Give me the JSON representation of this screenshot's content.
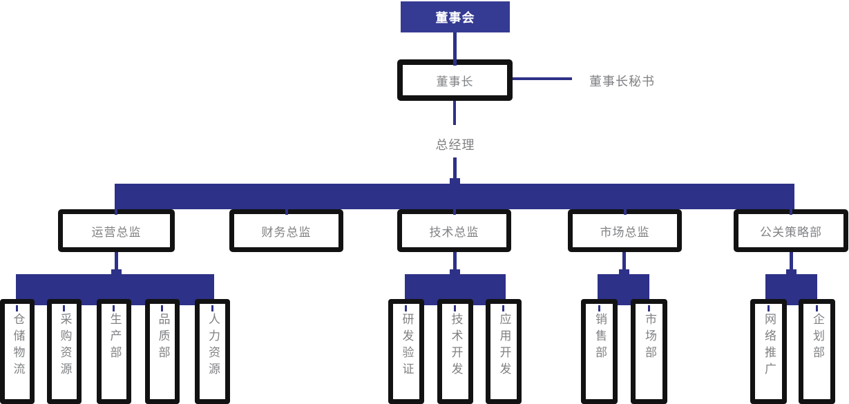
{
  "chart": {
    "type": "org-chart",
    "board": {
      "label": "董事会"
    },
    "chairman": {
      "label": "董事长"
    },
    "chairman_secretary": {
      "label": "董事长秘书"
    },
    "general_manager": {
      "label": "总经理"
    },
    "directors": [
      {
        "label": "运营总监",
        "children": [
          "仓储物流",
          "采购资源",
          "生产部",
          "品质部",
          "人力资源"
        ]
      },
      {
        "label": "财务总监",
        "children": []
      },
      {
        "label": "技术总监",
        "children": [
          "研发验证",
          "技术开发",
          "应用开发"
        ]
      },
      {
        "label": "市场总监",
        "children": [
          "销售部",
          "市场部"
        ]
      },
      {
        "label": "公关策略部",
        "children": [
          "网络推广",
          "企划部"
        ]
      }
    ]
  },
  "colors": {
    "connector_blue": "#2d3187",
    "root_fill_blue": "#353b92",
    "frame_black": "#121212",
    "label_gray": "#7f8184",
    "root_text_white": "#ffffff"
  }
}
